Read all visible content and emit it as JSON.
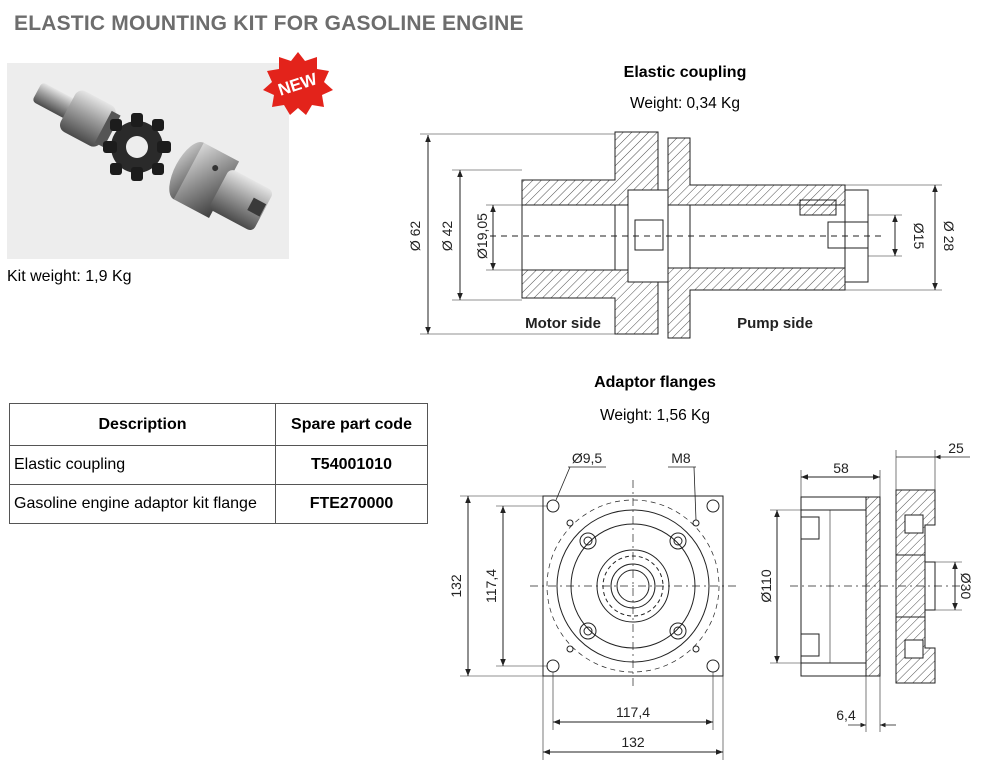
{
  "title": "ELASTIC MOUNTING KIT FOR GASOLINE ENGINE",
  "badge": "NEW",
  "kit_weight": "Kit weight: 1,9 Kg",
  "coupling": {
    "title": "Elastic coupling",
    "weight": "Weight: 0,34 Kg",
    "motor_side": "Motor side",
    "pump_side": "Pump side",
    "dims": {
      "d62": "Ø 62",
      "d42": "Ø 42",
      "d1905": "Ø19,05",
      "d15": "Ø15",
      "d28": "Ø 28"
    }
  },
  "flanges": {
    "title": "Adaptor flanges",
    "weight": "Weight: 1,56 Kg",
    "dims": {
      "d95": "Ø9,5",
      "m8": "M8",
      "h132": "132",
      "h1174": "117,4",
      "w1174": "117,4",
      "w132": "132",
      "w58": "58",
      "w25": "25",
      "d110": "Ø110",
      "d30": "Ø30",
      "w64": "6,4"
    }
  },
  "table": {
    "headers": [
      "Description",
      "Spare part code"
    ],
    "rows": [
      {
        "description": "Elastic coupling",
        "code": "T54001010"
      },
      {
        "description": "Gasoline engine adaptor kit flange",
        "code": "FTE270000"
      }
    ]
  }
}
